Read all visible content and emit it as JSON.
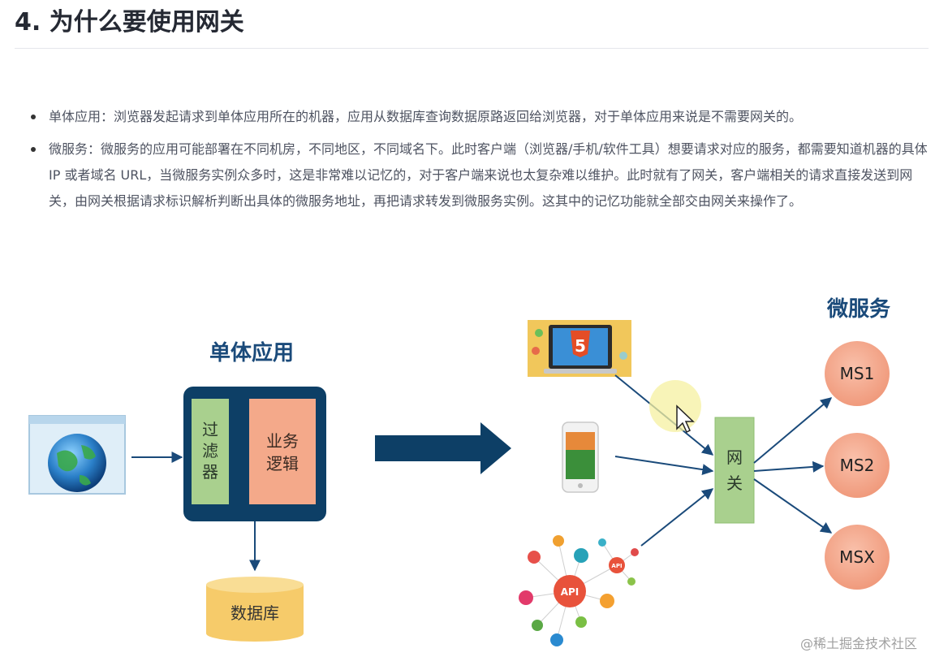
{
  "heading": "4. 为什么要使用网关",
  "bullets": [
    {
      "label": "单体应用",
      "text": "单体应用：浏览器发起请求到单体应用所在的机器，应用从数据库查询数据原路返回给浏览器，对于单体应用来说是不需要网关的。"
    },
    {
      "label": "微服务",
      "text": "微服务：微服务的应用可能部署在不同机房，不同地区，不同域名下。此时客户端（浏览器/手机/软件工具）想要请求对应的服务，都需要知道机器的具体 IP 或者域名 URL，当微服务实例众多时，这是非常难以记忆的，对于客户端来说也太复杂难以维护。此时就有了网关，客户端相关的请求直接发送到网关，由网关根据请求标识解析判断出具体的微服务地址，再把请求转发到微服务实例。这其中的记忆功能就全部交由网关来操作了。"
    }
  ],
  "diagram": {
    "monolith_title": "单体应用",
    "filter_label_1": "过",
    "filter_label_2": "滤",
    "filter_label_3": "器",
    "business_label_1": "业务",
    "business_label_2": "逻辑",
    "database_label": "数据库",
    "microservices_title": "微服务",
    "gateway_label_1": "网",
    "gateway_label_2": "关",
    "ms1": "MS1",
    "ms2": "MS2",
    "msx": "MSX",
    "html5_badge": "5",
    "api_hub": "API",
    "api_small": "API"
  },
  "watermark": "@稀土掘金技术社区",
  "colors": {
    "navy": "#0d3f66",
    "filter_green": "#a9d08e",
    "business_salmon": "#f4a98a",
    "database_yellow": "#f6cb6a",
    "ms_circle": "#f4a38a",
    "gateway_green": "#a9d08e",
    "arrow_navy": "#1a4a7a"
  }
}
